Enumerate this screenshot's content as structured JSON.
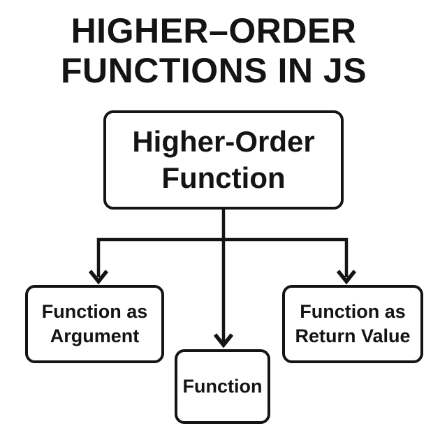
{
  "title": "HIGHER–ORDER\nFUNCTIONS IN JS",
  "nodes": {
    "root": "Higher-Order\nFunction",
    "argument": "Function as\nArgument",
    "function": "Function",
    "return_value": "Function as\nReturn Value"
  },
  "colors": {
    "ink": "#141414",
    "background": "#ffffff"
  }
}
